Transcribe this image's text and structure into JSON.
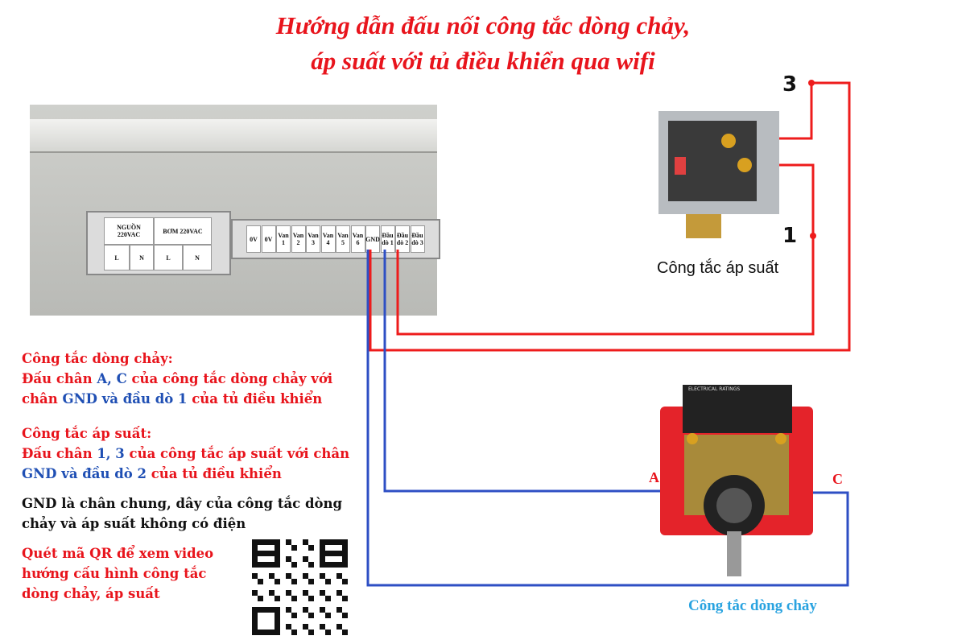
{
  "title": {
    "line1": "Hướng dẫn đấu nối công tắc dòng chảy,",
    "line2": "áp suất với tủ điều khiển qua wifi"
  },
  "panel": {
    "power_block": {
      "nguon": "NGUỒN 220VAC",
      "bom": "BƠM 220VAC",
      "terminals": [
        "L",
        "N",
        "L",
        "N"
      ]
    },
    "terminals": [
      "0V",
      "0V",
      "Van 1",
      "Van 2",
      "Van 3",
      "Van 4",
      "Van 5",
      "Van 6",
      "GND",
      "Đầu dò 1",
      "Đầu dò 2",
      "Đầu dò 3"
    ]
  },
  "pressure_switch": {
    "caption": "Công tắc áp suất",
    "pin3": "3",
    "pin1": "1"
  },
  "flow_switch": {
    "caption": "Công tắc dòng chảy",
    "pinA": "A",
    "pinC": "C",
    "plate": "ELECTRICAL RATINGS"
  },
  "instructions": {
    "flow_heading": "Công tắc dòng chảy:",
    "flow_l1": [
      "Đấu chân ",
      "A, C",
      " của công tắc dòng chảy với"
    ],
    "flow_l2": [
      "chân ",
      "GND và đầu dò 1",
      " của tủ điều khiển"
    ],
    "pressure_heading": "Công tắc áp suất:",
    "pressure_l1": [
      "Đấu chân ",
      "1, 3",
      " của công tắc áp suất với chân"
    ],
    "pressure_l2": [
      "GND và đầu dò 2",
      " của tủ điều khiển"
    ],
    "gnd_note": "GND là chân chung, dây của công tắc dòng chảy và áp suất không có điện",
    "qr_note": "Quét mã QR để xem video hướng cấu hình công tắc dòng chảy, áp suất"
  },
  "colors": {
    "red_wire": "#ee1c1c",
    "blue_wire": "#2e4fc4",
    "title": "#e8141c",
    "caption_flow": "#29a3e0"
  }
}
